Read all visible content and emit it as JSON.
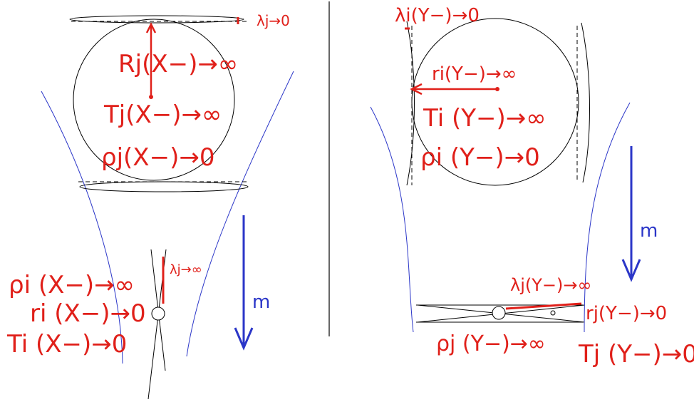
{
  "left_panel": {
    "top_lambda": "λj→0",
    "R_j": "Rj(X−)→∞",
    "T_j": "Tj(X−)→∞",
    "rho_j": "ρj(X−)→0",
    "lower_lambda": "λj→∞",
    "rho_i": "ρi (X−)→∞",
    "r_i": "ri (X−)→0",
    "T_i": "Ti (X−)→0",
    "flow_label": "m"
  },
  "right_panel": {
    "lambda_i": "λi(Y−)→0",
    "r_i": "ri(Y−)→∞",
    "T_i": "Ti (Y−)→∞",
    "rho_i": "ρi (Y−)→0",
    "lambda_j": "λj(Y−)→∞",
    "r_j": "rj(Y−)→0",
    "rho_j": "ρj (Y−)→∞",
    "T_j": "Tj (Y−)→0",
    "flow_label": "m"
  },
  "colors": {
    "ink": "#000000",
    "red": "#e0201a",
    "blue": "#2b36c8"
  }
}
